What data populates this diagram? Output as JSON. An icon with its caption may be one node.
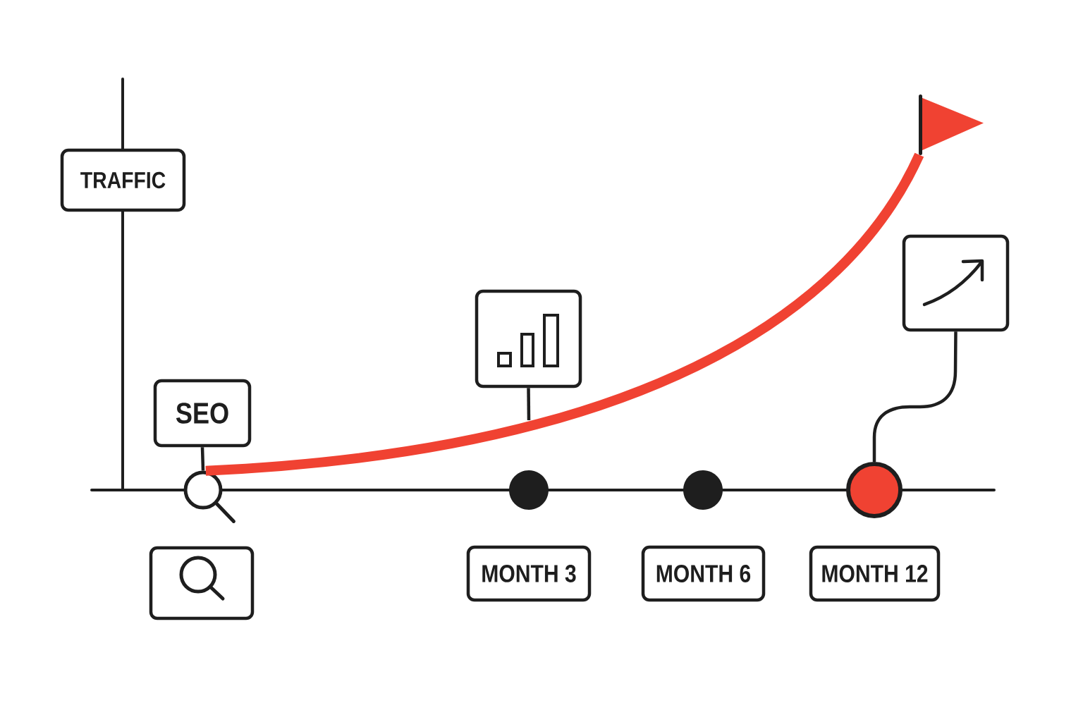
{
  "diagram": {
    "nodes": [
      {
        "text": [
          "TRAFFIC"
        ]
      },
      {
        "text": [
          "SEO"
        ]
      },
      {
        "text": [],
        "shape": "circle"
      },
      {
        "text": [],
        "shape": "box"
      },
      {
        "text": [],
        "shape": "box"
      },
      {
        "text": [],
        "shape": "circle"
      },
      {
        "text": [],
        "shape": "circle"
      },
      {
        "text": [],
        "shape": "circle"
      },
      {
        "text": [],
        "shape": "box"
      },
      {
        "text": [],
        "shape": "flag"
      },
      {
        "text": [
          "MONTH 3"
        ]
      },
      {
        "text": [
          "MONTH 6"
        ]
      },
      {
        "text": [
          "MONTH 12"
        ]
      }
    ],
    "edges": [
      {
        "from": 1,
        "to": 2,
        "arrow": "none"
      },
      {
        "from": 2,
        "to": 9,
        "arrow": "none",
        "style": "thick",
        "color": "#f04232"
      },
      {
        "from": 4,
        "to": null,
        "arrow": "none"
      },
      {
        "from": 8,
        "to": 7,
        "arrow": "none"
      }
    ]
  }
}
